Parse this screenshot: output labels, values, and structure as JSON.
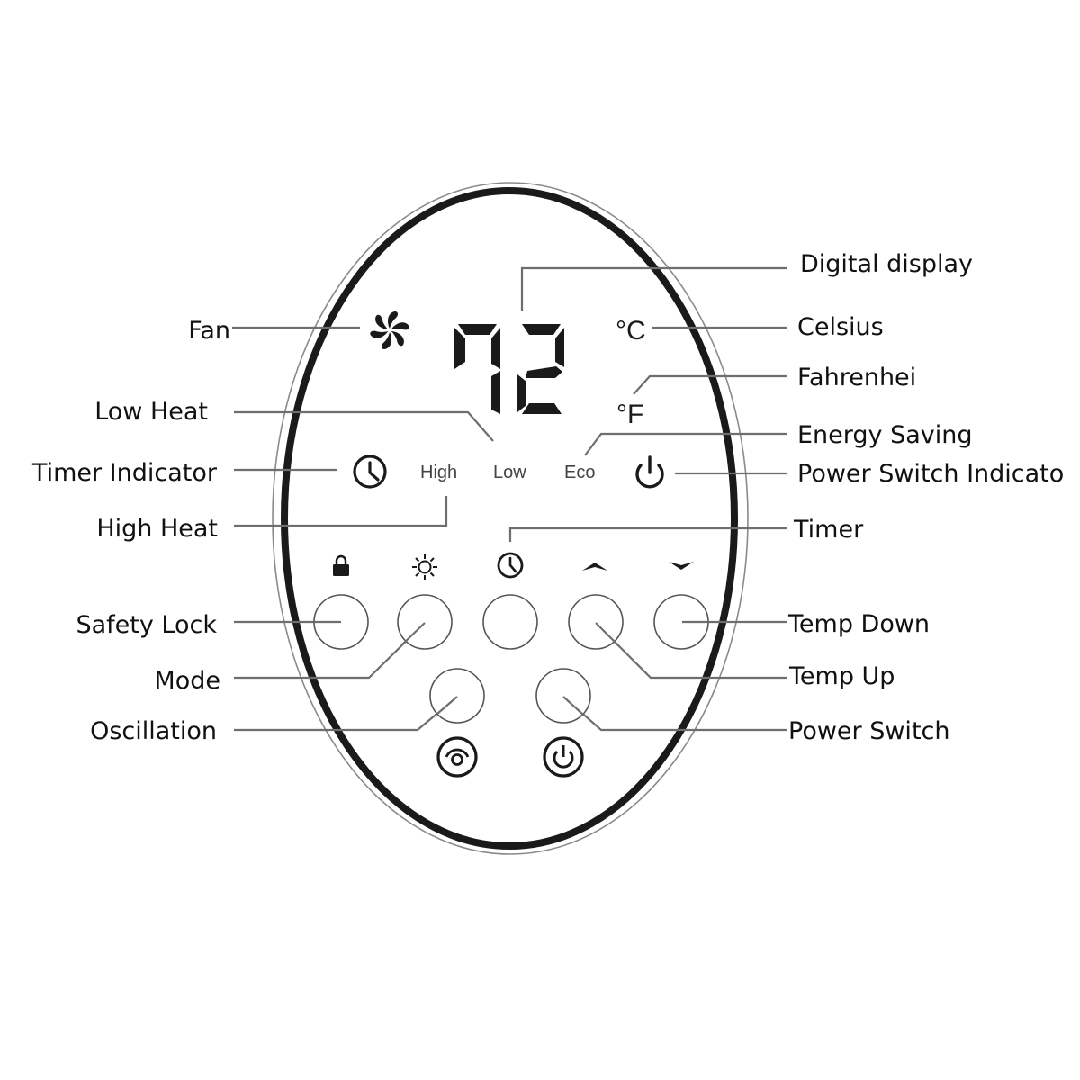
{
  "diagram": {
    "title": "Heater control panel diagram",
    "colors": {
      "background": "#ffffff",
      "outline": "#1a1a1a",
      "leader_line": "#6e6e6e",
      "label_text": "#111111",
      "panel_text": "#444444"
    },
    "display": {
      "digits": "72",
      "celsius_unit": "°C",
      "fahrenheit_unit": "°F",
      "fan_icon": "fan-icon"
    },
    "indicators": [
      {
        "id": "timer",
        "icon": "clock-icon",
        "text": ""
      },
      {
        "id": "high",
        "icon": "",
        "text": "High"
      },
      {
        "id": "low",
        "icon": "",
        "text": "Low"
      },
      {
        "id": "eco",
        "icon": "",
        "text": "Eco"
      },
      {
        "id": "power",
        "icon": "power-icon",
        "text": ""
      }
    ],
    "buttons_top_row": [
      {
        "id": "safety-lock",
        "icon": "lock-icon"
      },
      {
        "id": "mode",
        "icon": "sun-icon"
      },
      {
        "id": "timer",
        "icon": "clock-icon"
      },
      {
        "id": "temp-up",
        "icon": "chevron-up-icon"
      },
      {
        "id": "temp-down",
        "icon": "chevron-down-icon"
      }
    ],
    "buttons_bottom_row": [
      {
        "id": "oscillation",
        "icon": "oscillation-icon"
      },
      {
        "id": "power-switch",
        "icon": "power-circle-icon"
      }
    ],
    "left_labels": {
      "fan": "Fan",
      "low_heat": "Low Heat",
      "timer_indicator": "Timer Indicator",
      "high_heat": "High Heat",
      "safety_lock": "Safety Lock",
      "mode": "Mode",
      "oscillation": "Oscillation"
    },
    "right_labels": {
      "digital_display": "Digital display",
      "celsius": "Celsius",
      "fahrenheit": "Fahrenhei",
      "energy_saving": "Energy Saving",
      "power_switch_indicator": "Power Switch Indicato",
      "timer": "Timer",
      "temp_down": "Temp Down",
      "temp_up": "Temp Up",
      "power_switch": "Power Switch"
    }
  }
}
